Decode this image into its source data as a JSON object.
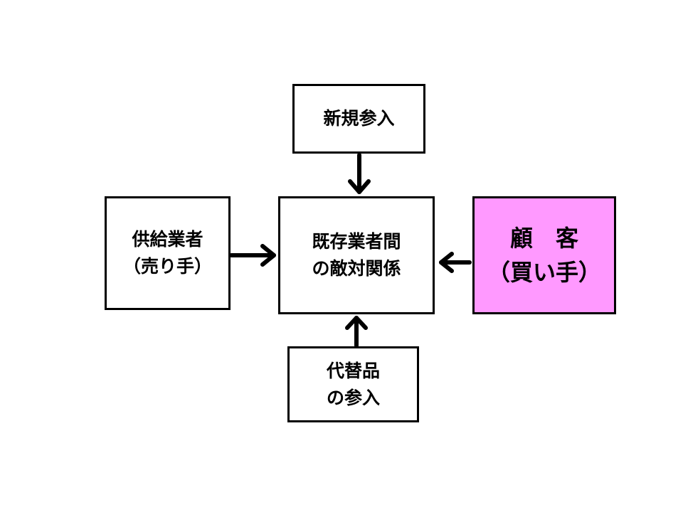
{
  "diagram": {
    "colors": {
      "border": "#000000",
      "box_fill": "#ffffff",
      "customer_fill": "#ff99ff",
      "arrow": "#000000"
    },
    "nodes": {
      "new_entrants": {
        "line1": "新規参入"
      },
      "suppliers": {
        "line1": "供給業者",
        "line2": "（売り手）"
      },
      "rivalry": {
        "line1": "既存業者間",
        "line2": "の敵対関係"
      },
      "customers": {
        "line1": "顧　客",
        "line2": "（買い手）"
      },
      "substitutes": {
        "line1": "代替品",
        "line2": "の参入"
      }
    },
    "edges": [
      {
        "from": "new_entrants",
        "to": "rivalry"
      },
      {
        "from": "suppliers",
        "to": "rivalry"
      },
      {
        "from": "customers",
        "to": "rivalry"
      },
      {
        "from": "substitutes",
        "to": "rivalry"
      }
    ]
  }
}
